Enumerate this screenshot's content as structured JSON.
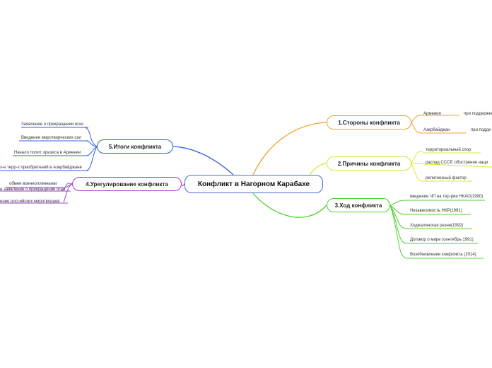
{
  "central": {
    "title": "Конфликт в Нагорном Карабахе"
  },
  "colors": {
    "central": "#4a6fd8",
    "b1": "#f0a030",
    "b2": "#d8e830",
    "b3": "#50d030",
    "b4": "#a040d0",
    "b5": "#3060e0"
  },
  "branches": {
    "b1": {
      "title": "1.Стороны конфликта",
      "leaves": [
        {
          "label": "Армения",
          "extra": "при поддержке"
        },
        {
          "label": "Азербайджан",
          "extra": "при подде"
        }
      ]
    },
    "b2": {
      "title": "2.Причины конфликта",
      "leaves": [
        {
          "label": "территориальный спор"
        },
        {
          "label": "распад СССР, обострение наци"
        },
        {
          "label": "религиозный фактор"
        }
      ]
    },
    "b3": {
      "title": "3.Ход конфликта",
      "leaves": [
        {
          "label": "введение ЧП  на тер-рии НКАО(1990)"
        },
        {
          "label": "Независимость НКР(1991)"
        },
        {
          "label": "Ходжалинская резня(1992)"
        },
        {
          "label": "Договор о мире (сентябрь 1991)"
        },
        {
          "label": "Возобновление конфликта (2014)"
        }
      ]
    },
    "b4": {
      "title": "4.Урегулирование конфликта",
      "leaves": [
        {
          "label": "е заявление о прекращении огня"
        },
        {
          "label": "обмен военнопленными"
        },
        {
          "label": "ение российских миротворцев"
        }
      ]
    },
    "b5": {
      "title": "5.Итоги конфликта",
      "leaves": [
        {
          "label": "Заявление о прекращении огня"
        },
        {
          "label": "Введение миротворческих сил"
        },
        {
          "label": "Начало полит. кризиса в Армении"
        },
        {
          "label": "х-е терр-х приобретений в Азербайджане"
        }
      ]
    }
  }
}
